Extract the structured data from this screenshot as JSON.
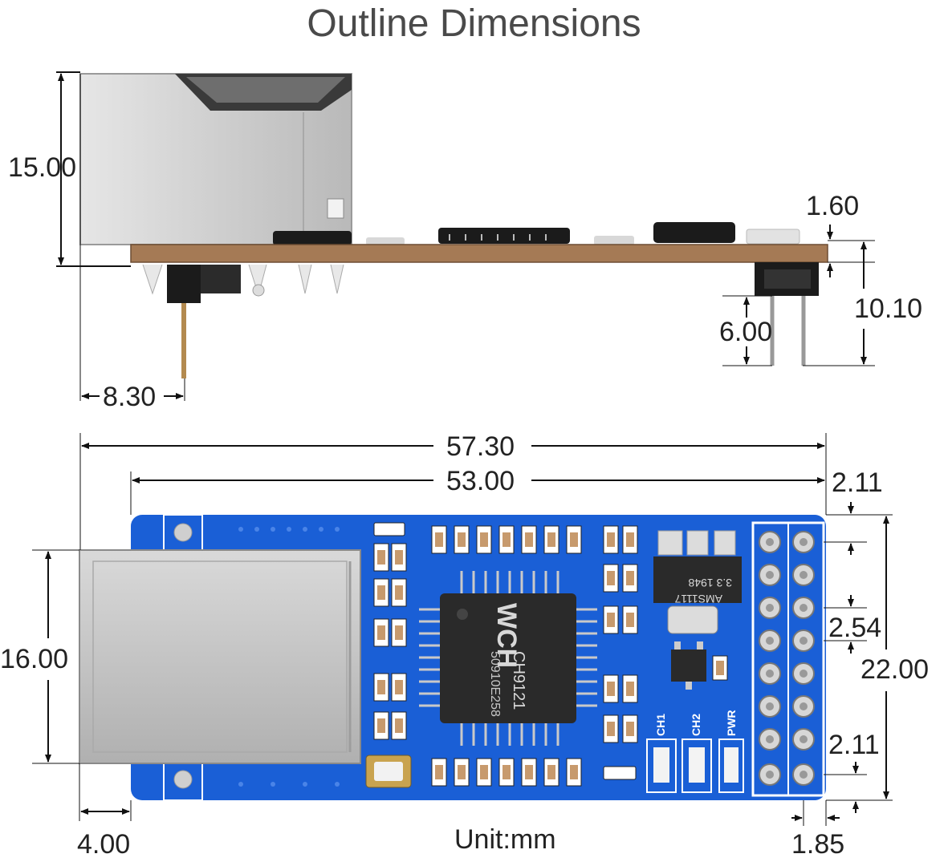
{
  "title": "Outline Dimensions",
  "unit_label": "Unit:mm",
  "side_view": {
    "dims": {
      "height": "15.00",
      "pcb_thickness": "1.60",
      "header_height": "10.10",
      "pin_length": "6.00",
      "pin_offset": "8.30"
    }
  },
  "top_view": {
    "dims": {
      "total_length": "57.30",
      "board_length": "53.00",
      "edge_top": "2.11",
      "pin_pitch": "2.54",
      "board_width": "22.00",
      "edge_bottom": "2.11",
      "jack_width": "16.00",
      "jack_overhang": "4.00",
      "header_edge": "1.85"
    },
    "chip_main": "CH9121",
    "chip_code": "50910E258",
    "chip_logo": "WCH",
    "regulator": "AMS1117",
    "regulator_code": "3.3 1948",
    "leds": [
      "CH1",
      "CH2",
      "PWR"
    ]
  },
  "colors": {
    "pcb_blue": "#1a5fd6",
    "pcb_brown": "#a57a55",
    "metal": "#c9c9c9"
  }
}
